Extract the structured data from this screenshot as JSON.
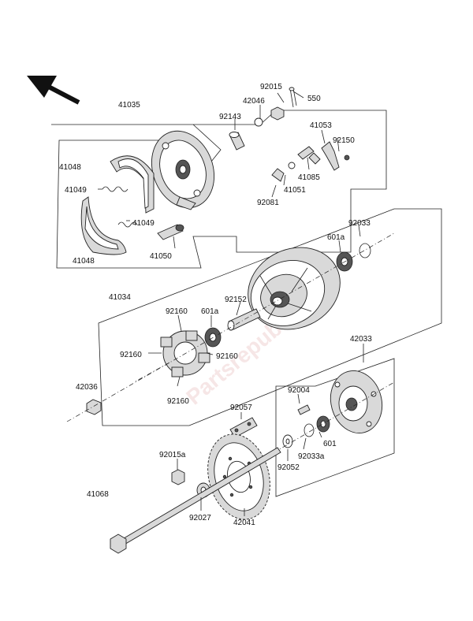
{
  "watermark": "Partsrepublik",
  "labels": {
    "l41035": "41035",
    "l92015": "92015",
    "l550": "550",
    "l42046": "42046",
    "l92143": "92143",
    "l41053": "41053",
    "l92150": "92150",
    "l41048a": "41048",
    "l41049a": "41049",
    "l41085": "41085",
    "l41051": "41051",
    "l92081": "92081",
    "l41049b": "41049",
    "l41050": "41050",
    "l41048b": "41048",
    "l92033a": "92033",
    "l601a_1": "601a",
    "l41034": "41034",
    "l92152": "92152",
    "l92160a": "92160",
    "l601a_2": "601a",
    "l92160b": "92160",
    "l92160c": "92160",
    "l42033": "42033",
    "l42036": "42036",
    "l92160d": "92160",
    "l92004": "92004",
    "l92057": "92057",
    "l601": "601",
    "l92033b": "92033a",
    "l92015a": "92015a",
    "l92052": "92052",
    "l41068": "41068",
    "l92027": "92027",
    "l42041": "42041"
  }
}
